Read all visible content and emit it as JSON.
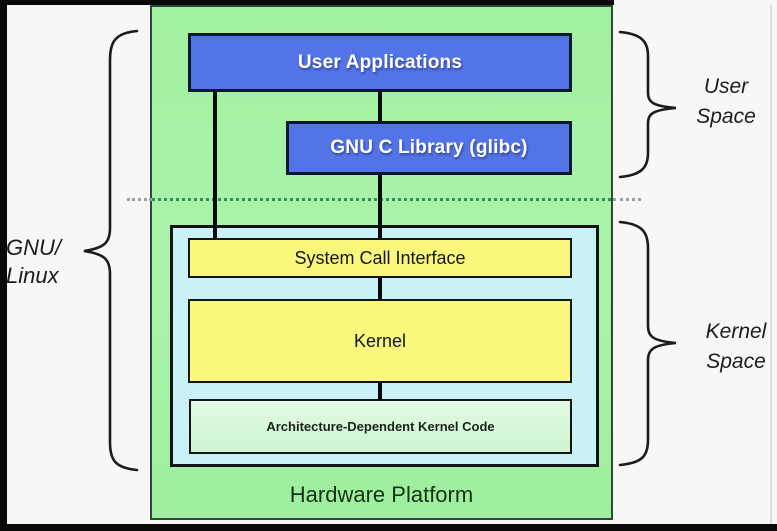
{
  "diagram": {
    "nodes": {
      "user_applications": "User Applications",
      "glibc": "GNU C Library (glibc)",
      "system_call_interface": "System Call Interface",
      "kernel": "Kernel",
      "arch_code": "Architecture-Dependent Kernel Code",
      "hardware_platform": "Hardware Platform"
    },
    "annotations": {
      "gnu_linux_line1": "GNU/",
      "gnu_linux_line2": "Linux",
      "user_space_line1": "User",
      "user_space_line2": "Space",
      "kernel_space_line1": "Kernel",
      "kernel_space_line2": "Space"
    },
    "colors": {
      "frame": "#0a0a0a",
      "canvas_bg": "#f7f7f7",
      "platform_green_fill": "#a6f2a6",
      "platform_green_border": "#2d4a33",
      "blue_box_fill": "#5274e6",
      "blue_box_border": "#10182b",
      "cyan_container_fill": "#c9f1f7",
      "yellow_box_fill": "#faf77d",
      "pale_green_box_fill": "#d8f7da",
      "box_border_dark": "#141414",
      "connector_line": "#0a0a0a",
      "divider_dots_green": "#2f8f5f",
      "divider_dots_gray": "#9aa3a3",
      "annotation_text": "#1c1c1c",
      "blue_box_text": "#ffffff",
      "hardware_text": "#12340f"
    }
  }
}
